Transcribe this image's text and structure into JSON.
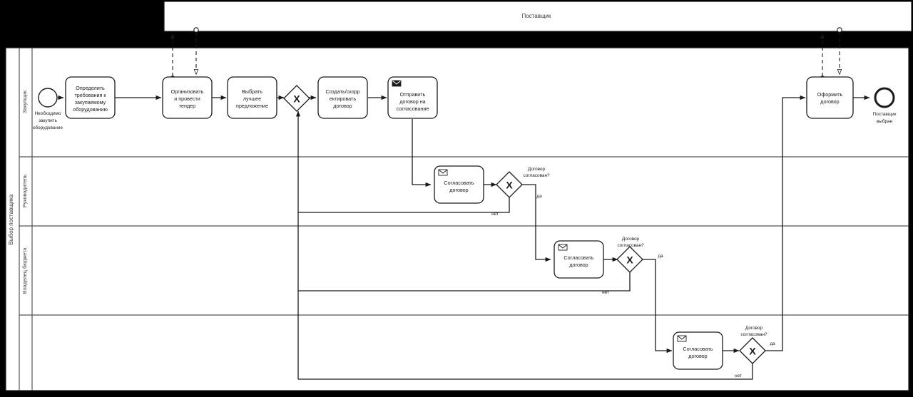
{
  "diagram": {
    "type": "bpmn-collaboration",
    "title_top_pool": "Поставщик",
    "title_main_pool": "Выбор поставщика"
  },
  "pools": {
    "supplier": {
      "label": "Поставщик"
    },
    "main": {
      "label": "Выбор поставщика"
    }
  },
  "lanes": [
    {
      "id": "lane-buyer",
      "label": "Закупщик"
    },
    {
      "id": "lane-manager",
      "label": "Руководитель"
    },
    {
      "id": "lane-budget",
      "label": "Владелец бюджета"
    },
    {
      "id": "lane-extra",
      "label": ""
    }
  ],
  "events": {
    "start": {
      "label_line1": "Необходимо",
      "label_line2": "закупить",
      "label_line3": "оборудование"
    },
    "end": {
      "label_line1": "Поставщик",
      "label_line2": "выбран"
    }
  },
  "tasks": [
    {
      "id": "task-define-requirements",
      "lines": [
        "Определить",
        "требования к",
        "закупаемому",
        "оборудованию"
      ],
      "icon": "none"
    },
    {
      "id": "task-organize-tender",
      "lines": [
        "Организовать",
        "и провести",
        "тендер"
      ],
      "icon": "none"
    },
    {
      "id": "task-choose-best-offer",
      "lines": [
        "Выбрать",
        "лучшее",
        "предложение"
      ],
      "icon": "none"
    },
    {
      "id": "task-create-contract",
      "lines": [
        "Создать/скорр",
        "ектировать",
        "договор"
      ],
      "icon": "none"
    },
    {
      "id": "task-send-contract",
      "lines": [
        "Отправить",
        "договор на",
        "согласование"
      ],
      "icon": "envelope-icon"
    },
    {
      "id": "task-approve-manager",
      "lines": [
        "Согласовать",
        "договор"
      ],
      "icon": "envelope-icon"
    },
    {
      "id": "task-approve-budget",
      "lines": [
        "Согласовать",
        "договор"
      ],
      "icon": "envelope-icon"
    },
    {
      "id": "task-approve-extra",
      "lines": [
        "Согласовать",
        "договор"
      ],
      "icon": "envelope-icon"
    },
    {
      "id": "task-formalize-contract",
      "lines": [
        "Оформить",
        "договор"
      ],
      "icon": "none"
    }
  ],
  "gateways": [
    {
      "id": "gateway-merge-contract",
      "kind": "exclusive",
      "question": ""
    },
    {
      "id": "gateway-approved-manager",
      "kind": "exclusive",
      "question_line1": "Договор",
      "question_line2": "согласован?"
    },
    {
      "id": "gateway-approved-budget",
      "kind": "exclusive",
      "question_line1": "Договор",
      "question_line2": "согласован?"
    },
    {
      "id": "gateway-approved-extra",
      "kind": "exclusive",
      "question_line1": "Договор",
      "question_line2": "согласован?"
    }
  ],
  "flow_labels": {
    "yes": "да",
    "no": "нет"
  },
  "colors": {
    "background": "#000000",
    "pool_fill": "#ffffff",
    "stroke": "#1a1a1a",
    "lane_divider": "#555555",
    "text": "#1a1a1a"
  }
}
